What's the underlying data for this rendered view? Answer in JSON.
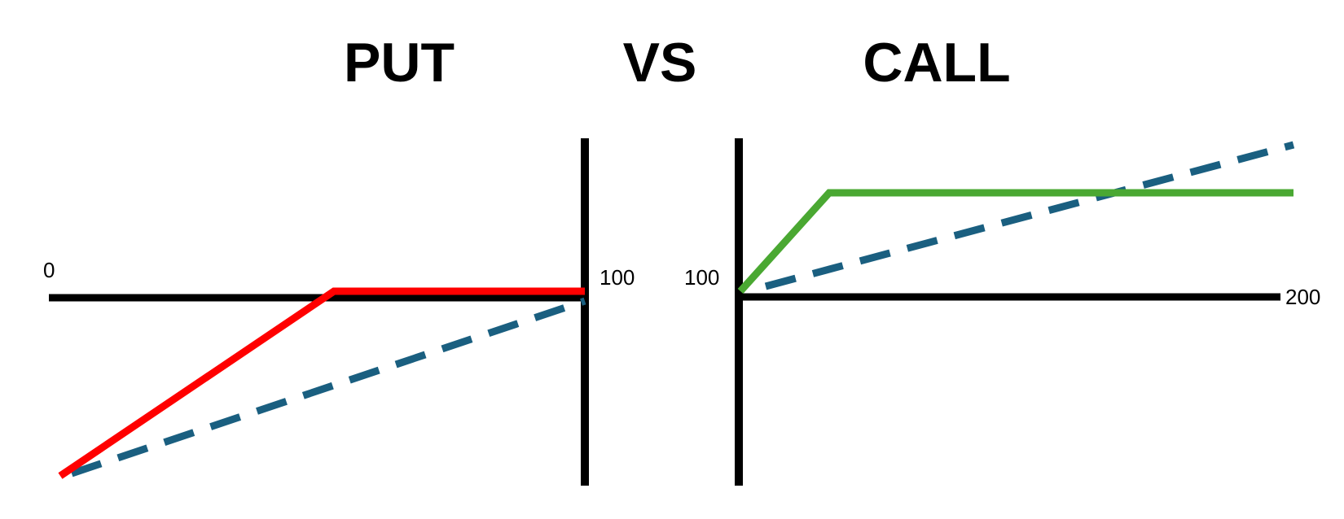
{
  "headings": {
    "put": "PUT",
    "vs": "VS",
    "call": "CALL"
  },
  "put_diagram": {
    "labels": {
      "left": "0",
      "right": "100"
    }
  },
  "call_diagram": {
    "labels": {
      "left": "100",
      "right": "200"
    }
  },
  "colors": {
    "axis": "#000000",
    "put_line": "#ff0000",
    "call_line": "#4aa832",
    "dashed_line": "#1a5f80"
  }
}
